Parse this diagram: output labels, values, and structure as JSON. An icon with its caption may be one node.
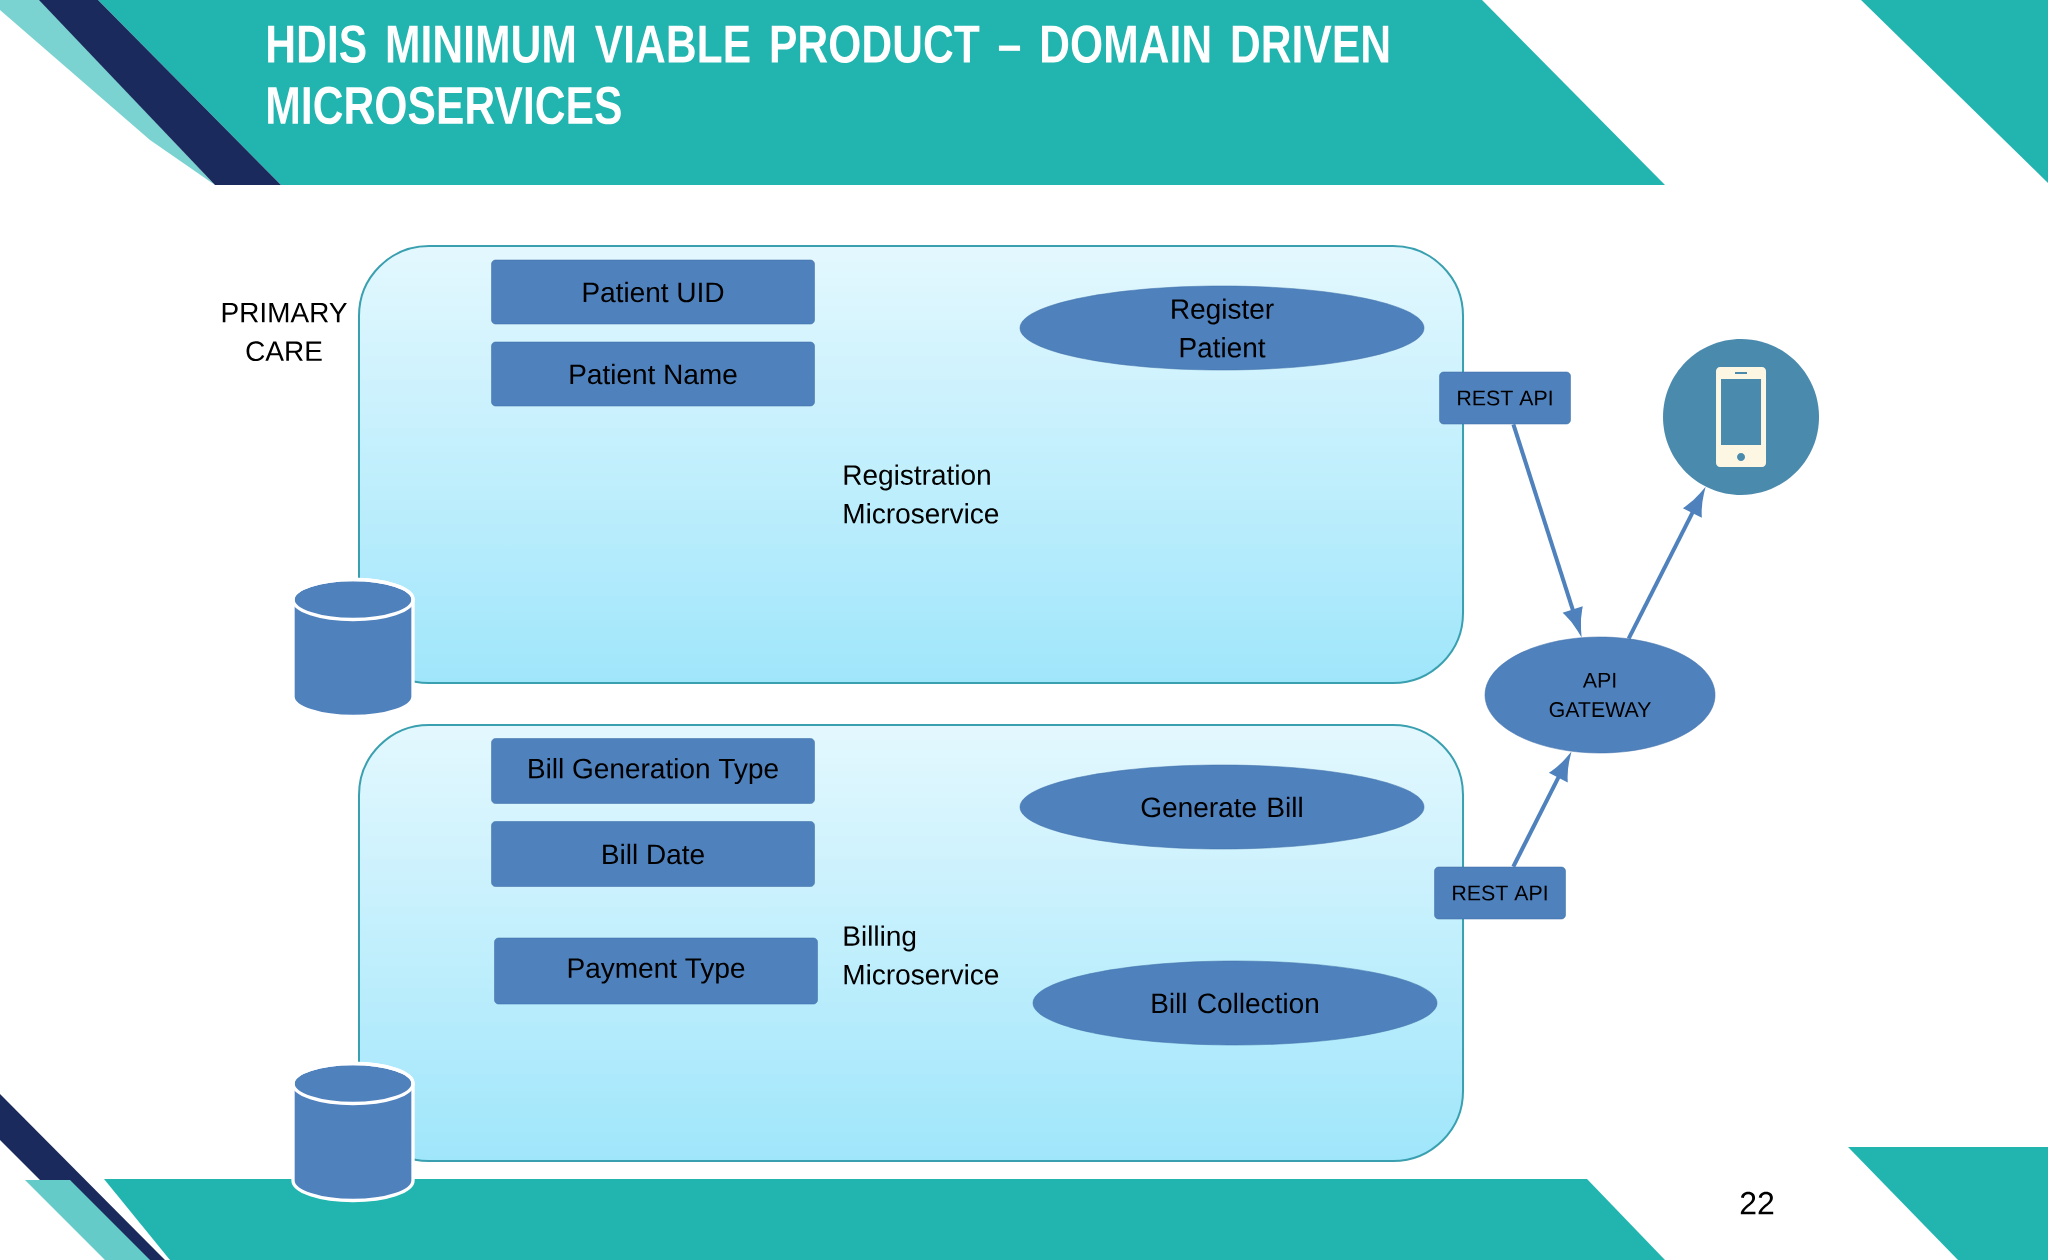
{
  "diagram": {
    "title": "HDIS MINIMUM VIABLE PRODUCT – DOMAIN DRIVEN MICROSERVICES",
    "nodes": [
      {
        "text": [
          "Registration Microservice"
        ]
      },
      {
        "text": [
          "Patient UID"
        ],
        "in": 0
      },
      {
        "text": [
          "Patient Name"
        ],
        "in": 0
      },
      {
        "text": [
          "Register Patient"
        ],
        "in": 0
      },
      {
        "text": [],
        "shape": "cylinder"
      },
      {
        "text": [
          "Billing Microservice"
        ]
      },
      {
        "text": [
          "Bill Generation Type"
        ],
        "in": 5
      },
      {
        "text": [
          "Bill Date"
        ],
        "in": 5
      },
      {
        "text": [
          "Generate Bill"
        ],
        "in": 5
      },
      {
        "text": [
          "Payment Type"
        ],
        "in": 5
      },
      {
        "text": [
          "Bill Collection"
        ],
        "in": 5
      },
      {
        "text": [],
        "shape": "cylinder"
      },
      {
        "text": [
          "REST API"
        ]
      },
      {
        "text": [
          "API GATEWAY"
        ]
      },
      {
        "text": [
          "REST API"
        ]
      },
      {
        "text": [],
        "shape": "phone"
      }
    ],
    "edges": [
      {
        "from": 12,
        "to": 13,
        "arrow": "to"
      },
      {
        "from": 14,
        "to": 13,
        "arrow": "to"
      },
      {
        "from": 13,
        "to": 15,
        "arrow": "to"
      }
    ],
    "labels": [
      "PRIMARY CARE",
      "22"
    ]
  }
}
